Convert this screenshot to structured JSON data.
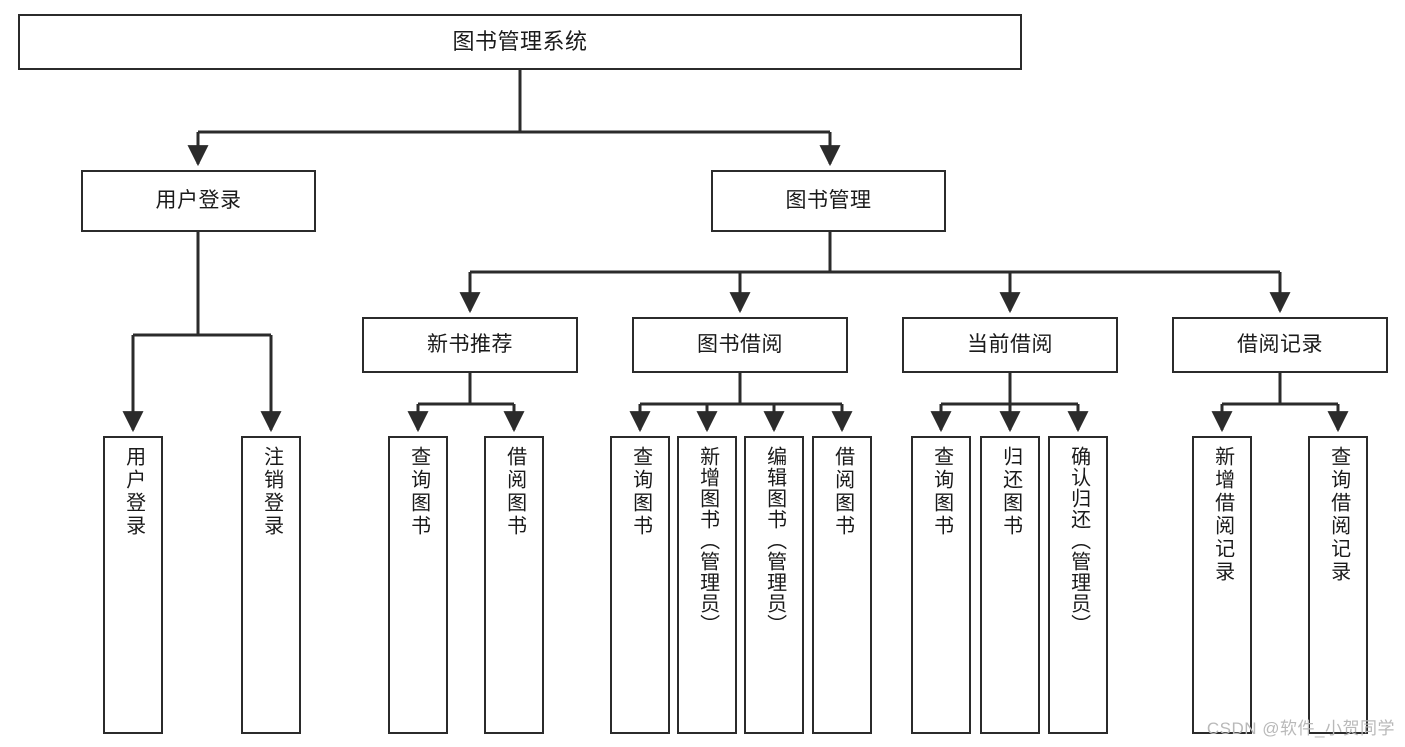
{
  "diagram": {
    "title": "图书管理系统",
    "type": "hierarchy-tree",
    "watermark": "CSDN @软件_小贺同学",
    "line_color": "#2b2b2b",
    "box_fill": "#ffffff",
    "text_color": "#1a1a1a",
    "root": {
      "label": "图书管理系统"
    },
    "level2": [
      {
        "label": "用户登录"
      },
      {
        "label": "图书管理"
      }
    ],
    "level3": [
      {
        "label": "新书推荐"
      },
      {
        "label": "图书借阅"
      },
      {
        "label": "当前借阅"
      },
      {
        "label": "借阅记录"
      }
    ],
    "leaves": {
      "user_login": [
        {
          "label": "用户登录"
        },
        {
          "label": "注销登录"
        }
      ],
      "new_book_recommend": [
        {
          "label": "查询图书"
        },
        {
          "label": "借阅图书"
        }
      ],
      "book_borrow": [
        {
          "label": "查询图书"
        },
        {
          "label": "新增图书（管理员）"
        },
        {
          "label": "编辑图书（管理员）"
        },
        {
          "label": "借阅图书"
        }
      ],
      "current_borrow": [
        {
          "label": "查询图书"
        },
        {
          "label": "归还图书"
        },
        {
          "label": "确认归还（管理员）"
        }
      ],
      "borrow_record": [
        {
          "label": "新增借阅记录"
        },
        {
          "label": "查询借阅记录"
        }
      ]
    }
  }
}
